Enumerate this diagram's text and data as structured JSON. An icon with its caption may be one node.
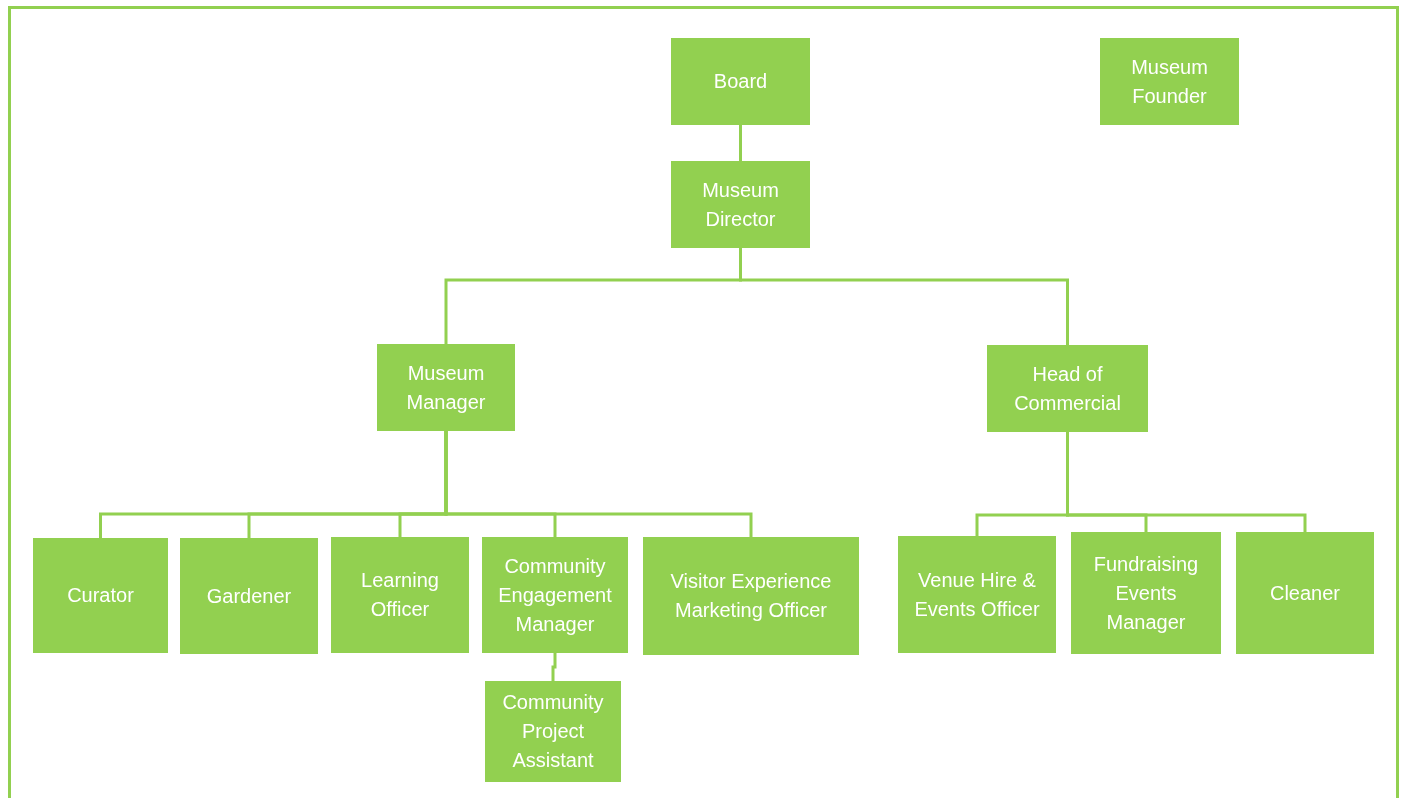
{
  "diagram": {
    "nodes": [
      {
        "text": [
          "Board"
        ]
      },
      {
        "text": [
          "Museum Director"
        ]
      },
      {
        "text": [
          "Museum Founder"
        ]
      },
      {
        "text": [
          "Museum Manager"
        ]
      },
      {
        "text": [
          "Head of Commercial"
        ]
      },
      {
        "text": [
          "Curator"
        ]
      },
      {
        "text": [
          "Gardener"
        ]
      },
      {
        "text": [
          "Learning Officer"
        ]
      },
      {
        "text": [
          "Community Engagement Manager"
        ]
      },
      {
        "text": [
          "Visitor Experience Marketing Officer"
        ]
      },
      {
        "text": [
          "Venue Hire & Events Officer"
        ]
      },
      {
        "text": [
          "Fundraising Events Manager"
        ]
      },
      {
        "text": [
          "Cleaner"
        ]
      },
      {
        "text": [
          "Community Project Assistant"
        ]
      }
    ],
    "edges": [
      {
        "from": 0,
        "to": 1,
        "arrow": "none"
      },
      {
        "from": 1,
        "to": 3,
        "arrow": "none"
      },
      {
        "from": 1,
        "to": 4,
        "arrow": "none"
      },
      {
        "from": 3,
        "to": 5,
        "arrow": "none"
      },
      {
        "from": 3,
        "to": 6,
        "arrow": "none"
      },
      {
        "from": 3,
        "to": 7,
        "arrow": "none"
      },
      {
        "from": 3,
        "to": 8,
        "arrow": "none"
      },
      {
        "from": 3,
        "to": 9,
        "arrow": "none"
      },
      {
        "from": 8,
        "to": 13,
        "arrow": "none"
      },
      {
        "from": 4,
        "to": 10,
        "arrow": "none"
      },
      {
        "from": 4,
        "to": 11,
        "arrow": "none"
      },
      {
        "from": 4,
        "to": 12,
        "arrow": "none"
      }
    ]
  }
}
